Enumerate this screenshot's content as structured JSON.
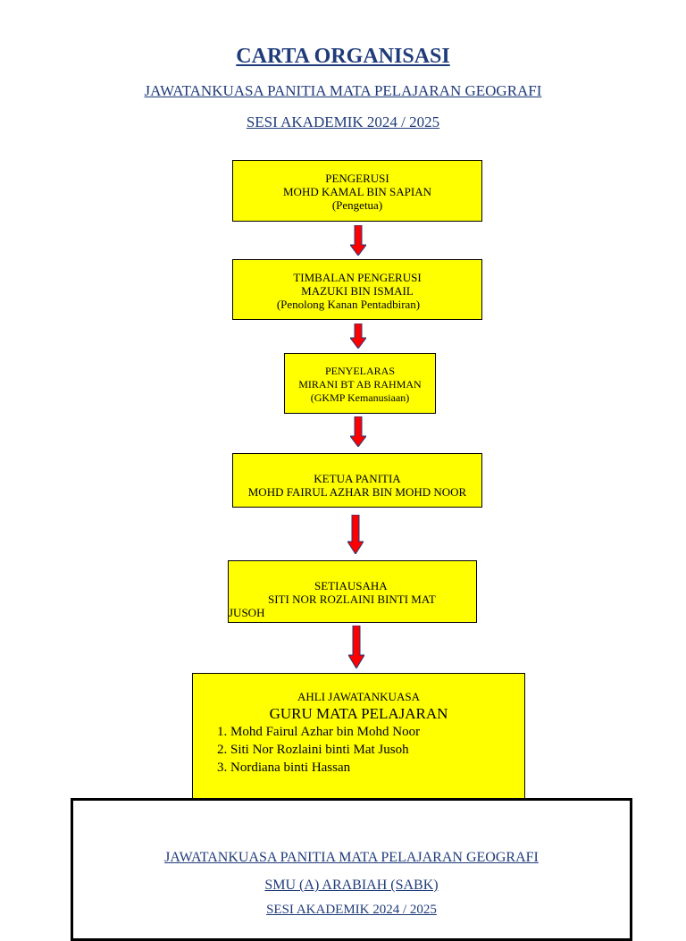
{
  "header": {
    "title": "CARTA ORGANISASI",
    "subtitle": "JAWATANKUASA PANITIA MATA PELAJARAN GEOGRAFI",
    "session": "SESI AKADEMIK 2024 / 2025"
  },
  "chart": {
    "chairman": {
      "role": "PENGERUSI",
      "name": "MOHD KAMAL BIN SAPIAN",
      "position": "(Pengetua)"
    },
    "vice_chairman": {
      "role": "TIMBALAN PENGERUSI",
      "name": "MAZUKI BIN ISMAIL",
      "position": "(Penolong Kanan Pentadbiran)"
    },
    "coordinator": {
      "role": "PENYELARAS",
      "name": "MIRANI BT AB RAHMAN",
      "position": "(GKMP Kemanusiaan)"
    },
    "head": {
      "role": "KETUA PANITIA",
      "name": "MOHD FAIRUL AZHAR BIN MOHD NOOR"
    },
    "secretary": {
      "role": "SETIAUSAHA",
      "name_line1": "SITI NOR ROZLAINI BINTI MAT",
      "name_line2": "JUSOH"
    },
    "members": {
      "caption": "AHLI JAWATANKUASA",
      "title": "GURU MATA PELAJARAN",
      "items": [
        "Mohd Fairul Azhar bin Mohd Noor",
        "Siti Nor Rozlaini binti Mat Jusoh",
        "Nordiana binti Hassan"
      ]
    }
  },
  "footer": {
    "line1": "JAWATANKUASA PANITIA MATA PELAJARAN GEOGRAFI",
    "line2": "SMU (A) ARABIAH (SABK)",
    "line3": "SESI AKADEMIK 2024 / 2025"
  },
  "colors": {
    "box": "#ffff00",
    "arrow": "#ff0000",
    "heading": "#1f3b7a"
  }
}
